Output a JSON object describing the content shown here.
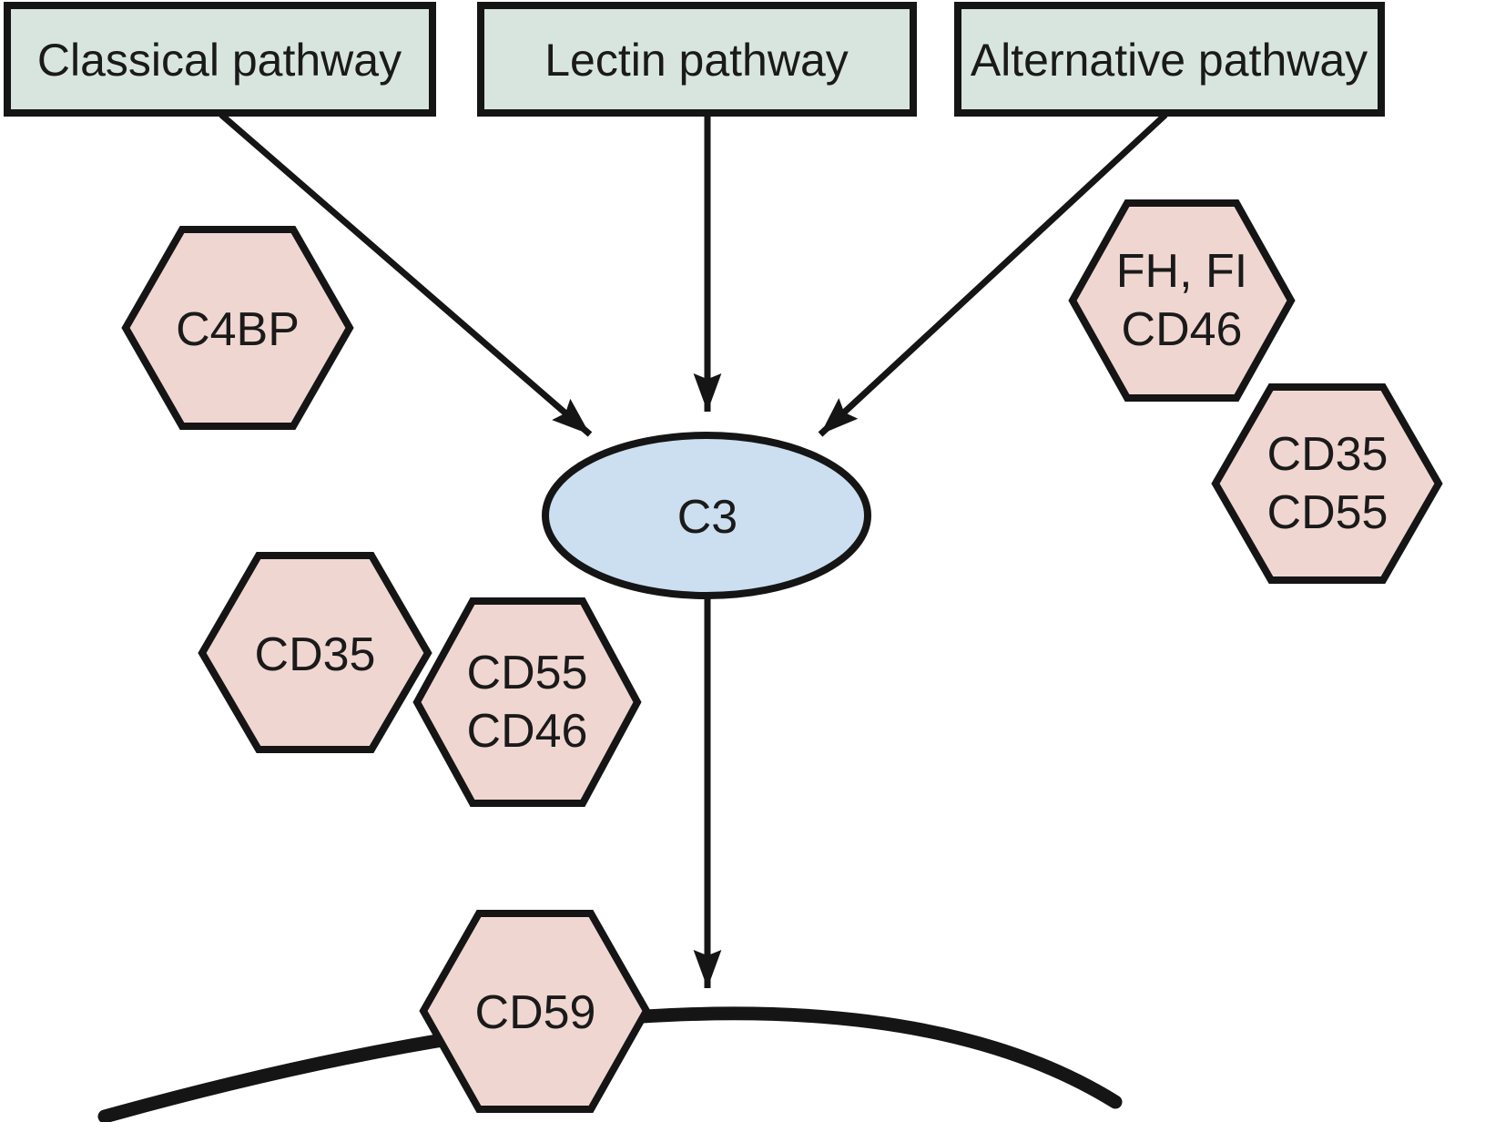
{
  "pathway_boxes": {
    "classical": {
      "label": "Classical pathway"
    },
    "lectin": {
      "label": "Lectin pathway"
    },
    "alternative": {
      "label": "Alternative pathway"
    }
  },
  "central_node": {
    "label": "C3"
  },
  "regulators": {
    "c4bp": {
      "lines": [
        "C4BP"
      ]
    },
    "fh_fi_cd46": {
      "lines": [
        "FH, FI",
        "CD46"
      ]
    },
    "cd35_cd55_right": {
      "lines": [
        "CD35",
        "CD55"
      ]
    },
    "cd35_left": {
      "lines": [
        "CD35"
      ]
    },
    "cd55_cd46": {
      "lines": [
        "CD55",
        "CD46"
      ]
    },
    "cd59": {
      "lines": [
        "CD59"
      ]
    }
  },
  "arrows": [
    {
      "from": "classical-pathway-box",
      "to": "c3-node"
    },
    {
      "from": "lectin-pathway-box",
      "to": "c3-node"
    },
    {
      "from": "alternative-pathway-box",
      "to": "c3-node"
    },
    {
      "from": "c3-node",
      "to": "cell-membrane"
    }
  ],
  "colors": {
    "pathway_box_fill": "#d8e5de",
    "regulator_fill": "#f0d6d1",
    "central_node_fill": "#cbdff0",
    "outline": "#151515"
  }
}
